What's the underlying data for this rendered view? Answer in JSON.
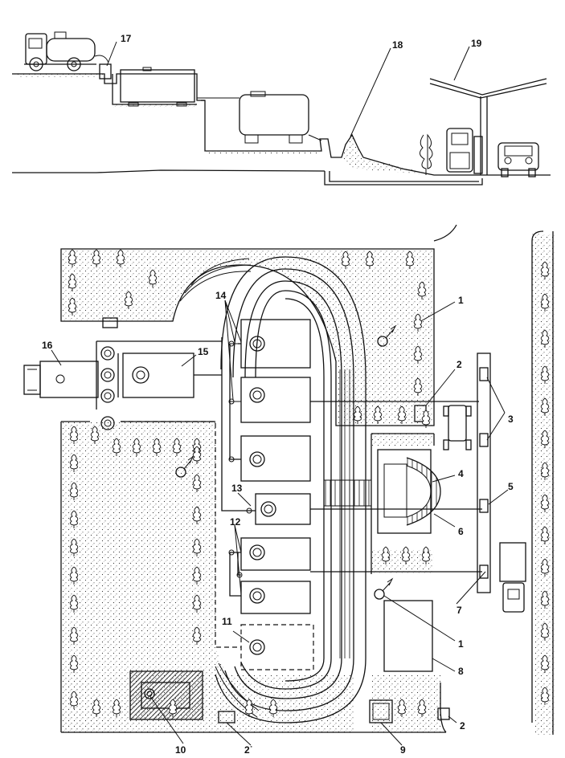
{
  "figure": {
    "labels": {
      "l1a": "1",
      "l1b": "1",
      "l2a": "2",
      "l2b": "2",
      "l2c": "2˙",
      "l3": "3",
      "l4": "4",
      "l5": "5",
      "l6": "6",
      "l7": "7",
      "l8": "8",
      "l9": "9",
      "l10": "10",
      "l11": "11",
      "l12": "12",
      "l13": "13",
      "l14": "14",
      "l15": "15",
      "l16": "16",
      "l17": "17",
      "l18": "18",
      "l19": "19"
    }
  }
}
